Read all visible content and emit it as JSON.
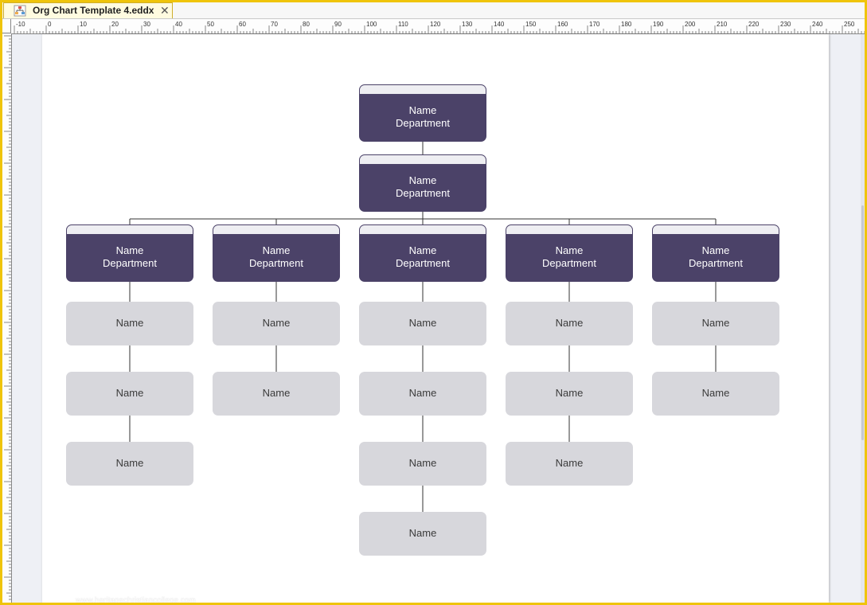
{
  "document_tab": {
    "title": "Org Chart Template 4.eddx",
    "close_glyph": "✕",
    "icon": "org-chart-file-icon"
  },
  "ruler": {
    "labels": [
      "-10",
      "0",
      "10",
      "20",
      "30",
      "40",
      "50",
      "60",
      "70",
      "80",
      "90",
      "100",
      "110",
      "120",
      "130",
      "140",
      "150",
      "160",
      "170",
      "180",
      "190",
      "200",
      "210",
      "220",
      "230",
      "240",
      "250"
    ]
  },
  "colors": {
    "frame": "#efc40a",
    "node_dark": "#4b4268",
    "node_light": "#d7d7dc",
    "connector": "#333333"
  },
  "org_chart": {
    "top": {
      "name": "Name",
      "department": "Department"
    },
    "second": {
      "name": "Name",
      "department": "Department"
    },
    "departments": [
      {
        "name": "Name",
        "department": "Department",
        "members": [
          "Name",
          "Name",
          "Name"
        ]
      },
      {
        "name": "Name",
        "department": "Department",
        "members": [
          "Name",
          "Name"
        ]
      },
      {
        "name": "Name",
        "department": "Department",
        "members": [
          "Name",
          "Name",
          "Name",
          "Name"
        ]
      },
      {
        "name": "Name",
        "department": "Department",
        "members": [
          "Name",
          "Name",
          "Name"
        ]
      },
      {
        "name": "Name",
        "department": "Department",
        "members": [
          "Name",
          "Name"
        ]
      }
    ]
  },
  "watermark": "www.heritagechristiancollege.com"
}
